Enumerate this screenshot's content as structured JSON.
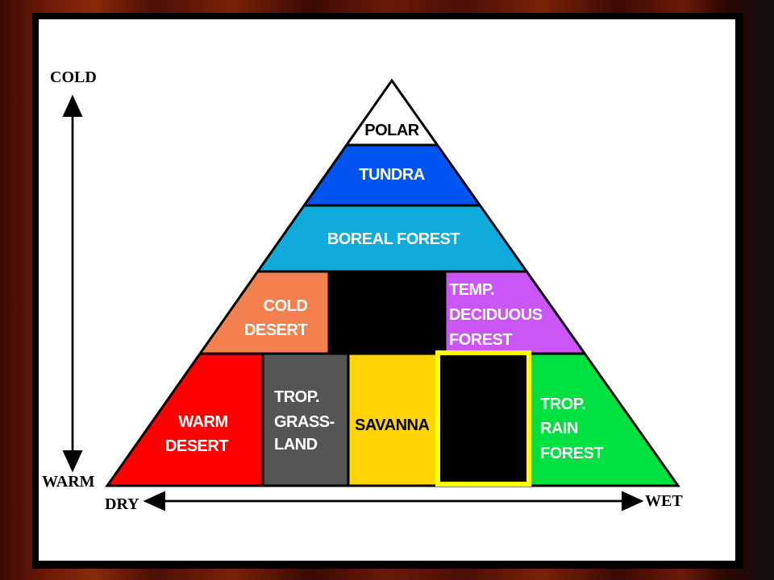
{
  "axes": {
    "top_label": "COLD",
    "bottom_label": "WARM",
    "left_label": "DRY",
    "right_label": "WET"
  },
  "biomes": {
    "polar": "POLAR",
    "tundra": "TUNDRA",
    "boreal": "BOREAL FOREST",
    "cold_desert": [
      "COLD",
      "DESERT"
    ],
    "temp_deciduous": [
      "TEMP.",
      "DECIDUOUS",
      "FOREST"
    ],
    "warm_desert": [
      "WARM",
      "DESERT"
    ],
    "trop_grassland": [
      "TROP.",
      "GRASS-",
      "LAND"
    ],
    "savanna": "SAVANNA",
    "trop_rain_forest": [
      "TROP.",
      "RAIN",
      "FOREST"
    ]
  },
  "colors": {
    "polar": "#ffffff",
    "tundra": "#0055f0",
    "boreal": "#11aadd",
    "cold_desert": "#f48050",
    "hidden_block": "#000000",
    "temp_deciduous": "#cc55f8",
    "warm_desert": "#ff0000",
    "trop_grassland": "#555555",
    "savanna": "#ffd400",
    "highlight_border": "#ffff00",
    "trop_rain_forest": "#00e040"
  }
}
